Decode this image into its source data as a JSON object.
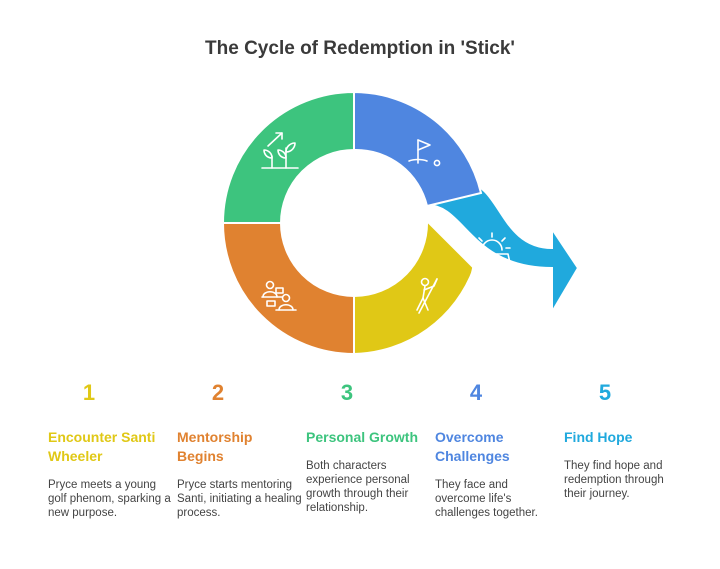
{
  "title": "The Cycle of Redemption in 'Stick'",
  "colors": {
    "yellow": "#E0C816",
    "orange": "#E08230",
    "green": "#3DC47E",
    "blue": "#4F86E0",
    "cyan": "#20A9DD"
  },
  "segments": [
    {
      "icon": "golf-flag-icon",
      "color": "#4F86E0"
    },
    {
      "icon": "sunrise-field-icon",
      "color": "#20A9DD"
    },
    {
      "icon": "golfer-swing-icon",
      "color": "#E0C816"
    },
    {
      "icon": "mentor-desk-icon",
      "color": "#E08230"
    },
    {
      "icon": "growing-plants-icon",
      "color": "#3DC47E"
    }
  ],
  "steps": [
    {
      "number": "1",
      "heading": "Encounter Santi Wheeler",
      "description": "Pryce meets a young golf phenom, sparking a new purpose.",
      "color": "#E0C816"
    },
    {
      "number": "2",
      "heading": "Mentorship Begins",
      "description": "Pryce starts mentoring Santi, initiating a healing process.",
      "color": "#E08230"
    },
    {
      "number": "3",
      "heading": "Personal Growth",
      "description": "Both characters experience personal growth through their relationship.",
      "color": "#3DC47E"
    },
    {
      "number": "4",
      "heading": "Overcome Challenges",
      "description": "They face and overcome life's challenges together.",
      "color": "#4F86E0"
    },
    {
      "number": "5",
      "heading": "Find Hope",
      "description": "They find hope and redemption through their journey.",
      "color": "#20A9DD"
    }
  ]
}
